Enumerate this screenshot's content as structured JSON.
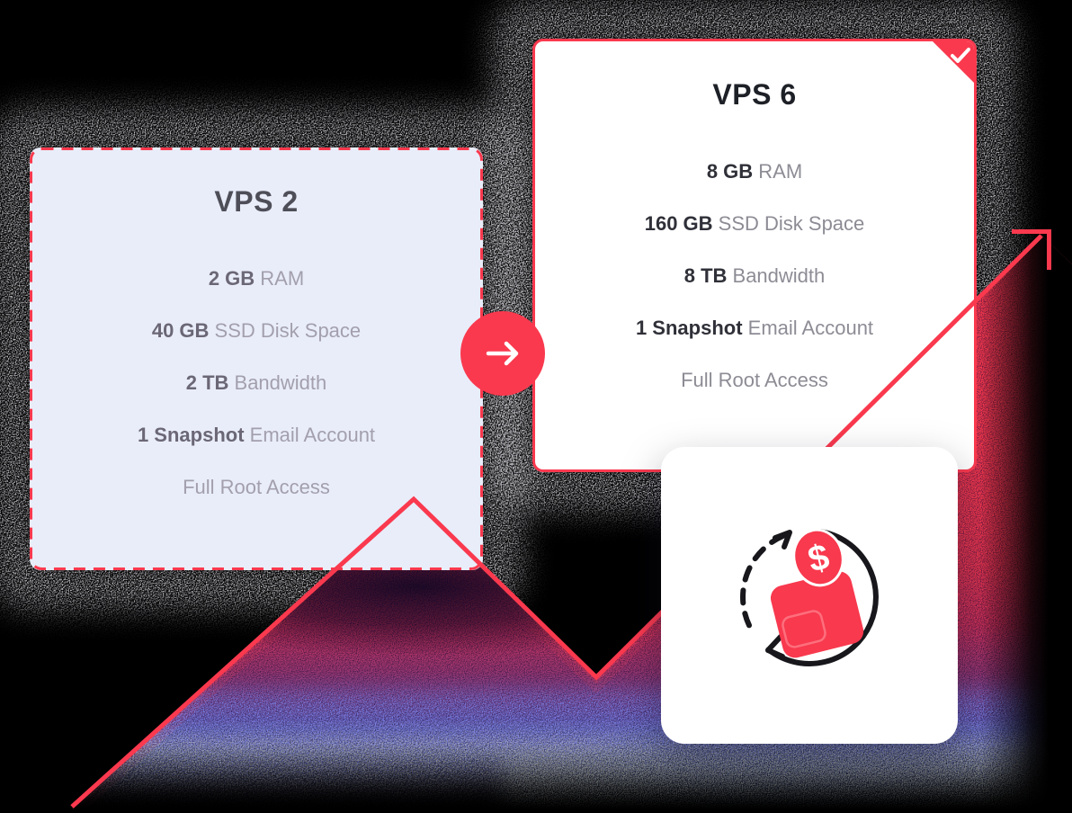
{
  "colors": {
    "accent": "#fa394e",
    "left_card_bg": "#e9edfa",
    "background": "#000000"
  },
  "upgrade": {
    "from": {
      "title": "VPS 2",
      "selected": false,
      "features": [
        {
          "strong": "2 GB",
          "text": "RAM"
        },
        {
          "strong": "40 GB",
          "text": "SSD Disk Space"
        },
        {
          "strong": "2 TB",
          "text": "Bandwidth"
        },
        {
          "strong": "1 Snapshot",
          "text": "Email Account"
        },
        {
          "strong": "",
          "text": "Full Root Access"
        }
      ]
    },
    "to": {
      "title": "VPS 6",
      "selected": true,
      "features": [
        {
          "strong": "8 GB",
          "text": "RAM"
        },
        {
          "strong": "160 GB",
          "text": "SSD Disk Space"
        },
        {
          "strong": "8 TB",
          "text": "Bandwidth"
        },
        {
          "strong": "1 Snapshot",
          "text": "Email Account"
        },
        {
          "strong": "",
          "text": "Full Root Access"
        }
      ]
    }
  },
  "icons": {
    "upgrade_arrow": "arrow-right-icon",
    "selected_check": "check-icon",
    "money_back": "money-back-icon",
    "growth": "growth-arrow-icon"
  }
}
